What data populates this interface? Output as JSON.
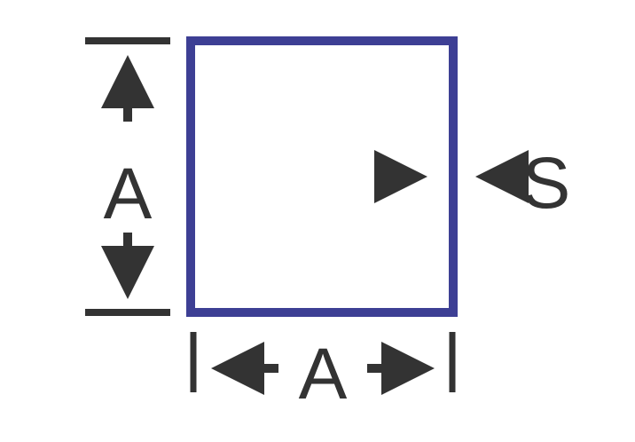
{
  "labels": {
    "height": "A",
    "width": "A",
    "thickness": "S"
  },
  "colors": {
    "square_stroke": "#3d3f94",
    "dimension_lines": "#333333",
    "background": "#ffffff"
  }
}
